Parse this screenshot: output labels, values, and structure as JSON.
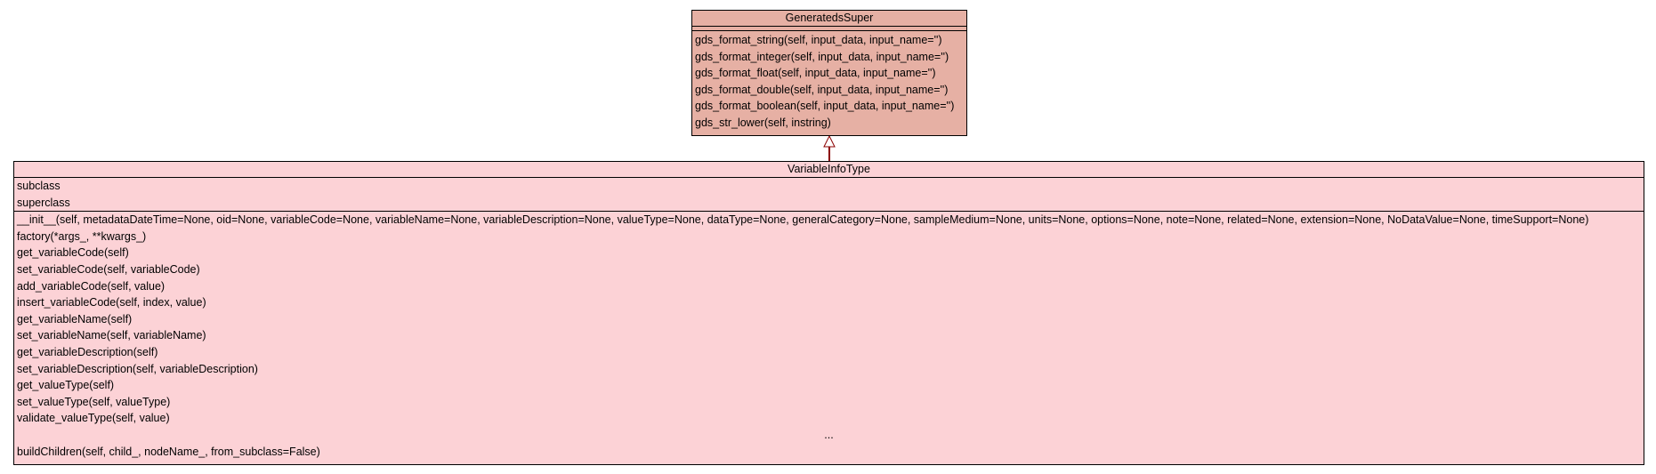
{
  "superclass": {
    "name": "GeneratedsSuper",
    "attributes": [],
    "operations": [
      "gds_format_string(self, input_data, input_name='')",
      "gds_format_integer(self, input_data, input_name='')",
      "gds_format_float(self, input_data, input_name='')",
      "gds_format_double(self, input_data, input_name='')",
      "gds_format_boolean(self, input_data, input_name='')",
      "gds_str_lower(self, instring)"
    ]
  },
  "subclass": {
    "name": "VariableInfoType",
    "attributes": [
      "subclass",
      "superclass"
    ],
    "operations": [
      "__init__(self, metadataDateTime=None, oid=None, variableCode=None, variableName=None, variableDescription=None, valueType=None, dataType=None, generalCategory=None, sampleMedium=None, units=None, options=None, note=None, related=None, extension=None, NoDataValue=None, timeSupport=None)",
      "factory(*args_, **kwargs_)",
      "get_variableCode(self)",
      "set_variableCode(self, variableCode)",
      "add_variableCode(self, value)",
      "insert_variableCode(self, index, value)",
      "get_variableName(self)",
      "set_variableName(self, variableName)",
      "get_variableDescription(self)",
      "set_variableDescription(self, variableDescription)",
      "get_valueType(self)",
      "set_valueType(self, valueType)",
      "validate_valueType(self, value)"
    ],
    "ellipsis": "...",
    "last_operation": "buildChildren(self, child_, nodeName_, from_subclass=False)"
  },
  "relationship": {
    "type": "generalization",
    "line_color": "#8b0000"
  },
  "colors": {
    "superclass_fill": "#e6b0a4",
    "subclass_fill": "#fcd2d6",
    "border": "#000000"
  }
}
